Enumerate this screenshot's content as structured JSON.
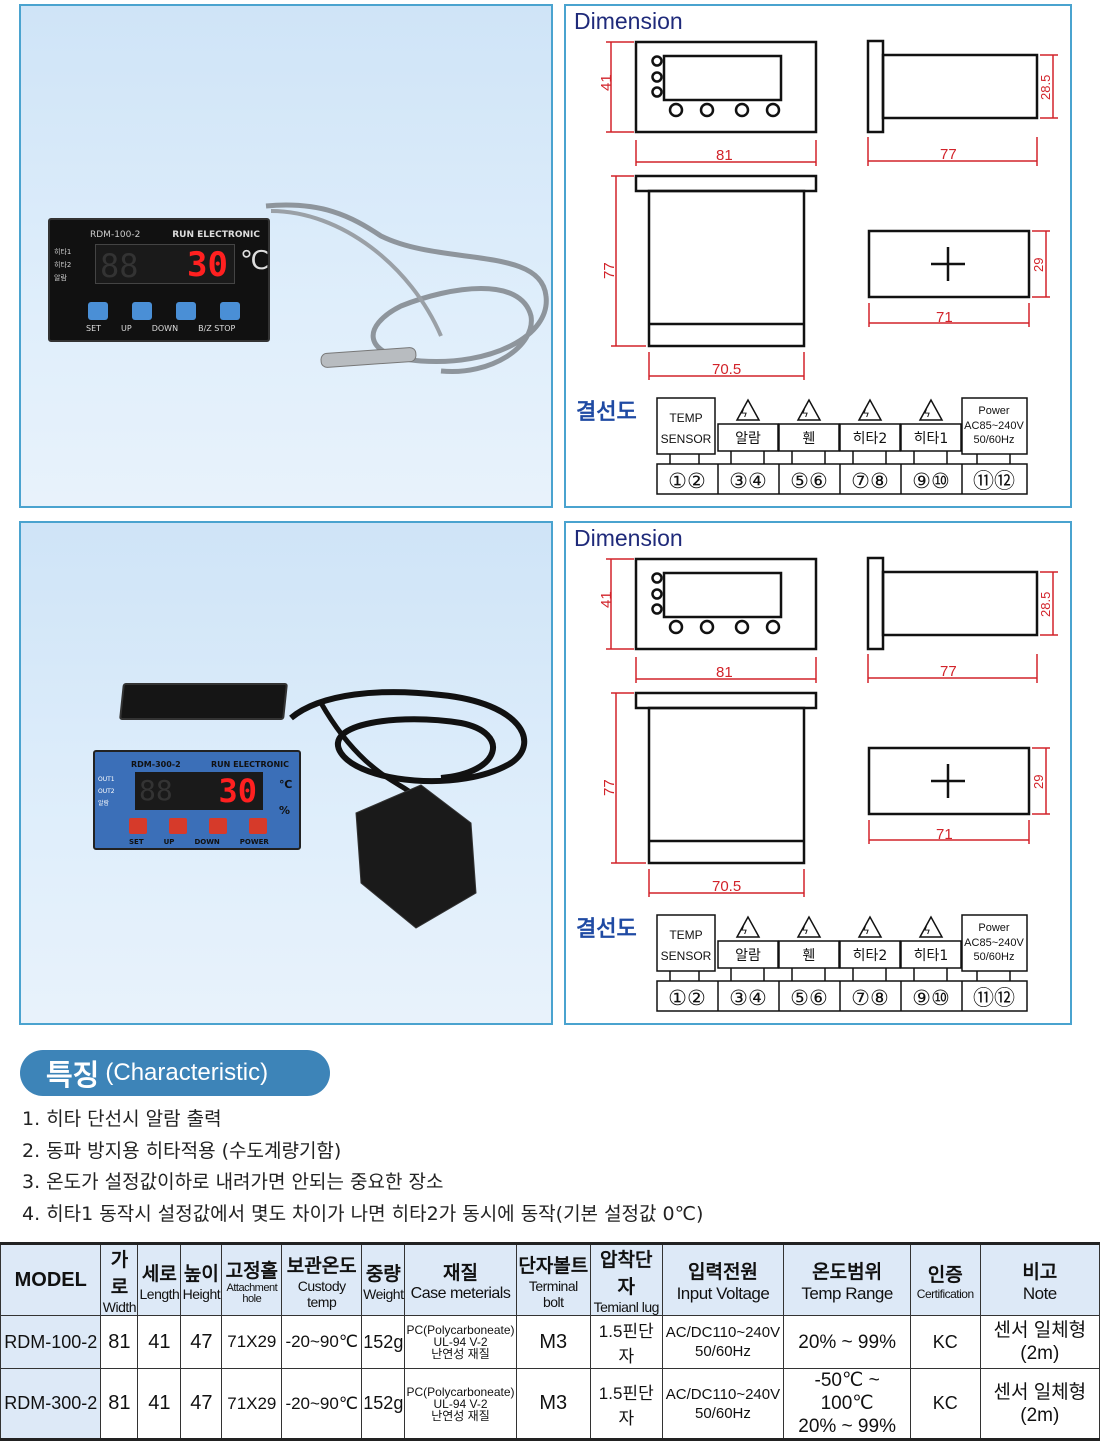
{
  "panels": [
    {
      "photo": {
        "model_label": "RDM-100-2",
        "brand": "RUN ELECTRONIC",
        "display_value": "30",
        "unit": "℃",
        "indicators": [
          "히타1",
          "히타2",
          "알람"
        ],
        "buttons": [
          "SET",
          "UP",
          "DOWN",
          "B/Z STOP"
        ]
      },
      "dimension": {
        "title": "Dimension",
        "front_width": "81",
        "front_height": "41",
        "side_depth": "77",
        "side_height": "28.5",
        "top_depth": "77",
        "top_width": "70.5",
        "cutout_width": "71",
        "cutout_height": "29"
      },
      "wiring": {
        "title": "결선도",
        "groups": [
          {
            "label": "TEMP\nSENSOR",
            "pins": [
              "①",
              "②"
            ],
            "hazard": false
          },
          {
            "label": "알람",
            "pins": [
              "③",
              "④"
            ],
            "hazard": true
          },
          {
            "label": "휀",
            "pins": [
              "⑤",
              "⑥"
            ],
            "hazard": true
          },
          {
            "label": "히타2",
            "pins": [
              "⑦",
              "⑧"
            ],
            "hazard": true
          },
          {
            "label": "히타1",
            "pins": [
              "⑨",
              "⑩"
            ],
            "hazard": true
          },
          {
            "label": "Power\nAC85~240V\n50/60Hz",
            "pins": [
              "⑪",
              "⑫"
            ],
            "hazard": false
          }
        ]
      }
    },
    {
      "photo": {
        "model_label": "RDM-300-2",
        "brand": "RUN ELECTRONIC",
        "display_value": "30",
        "units": [
          "℃",
          "%"
        ],
        "indicators": [
          "OUT1",
          "OUT2",
          "알람"
        ],
        "buttons": [
          "SET",
          "UP",
          "DOWN",
          "POWER"
        ]
      },
      "dimension": {
        "title": "Dimension",
        "front_width": "81",
        "front_height": "41",
        "side_depth": "77",
        "side_height": "28.5",
        "top_depth": "77",
        "top_width": "70.5",
        "cutout_width": "71",
        "cutout_height": "29"
      },
      "wiring": {
        "title": "결선도",
        "groups": [
          {
            "label": "TEMP\nSENSOR",
            "pins": [
              "①",
              "②"
            ],
            "hazard": false
          },
          {
            "label": "알람",
            "pins": [
              "③",
              "④"
            ],
            "hazard": true
          },
          {
            "label": "휀",
            "pins": [
              "⑤",
              "⑥"
            ],
            "hazard": true
          },
          {
            "label": "히타2",
            "pins": [
              "⑦",
              "⑧"
            ],
            "hazard": true
          },
          {
            "label": "히타1",
            "pins": [
              "⑨",
              "⑩"
            ],
            "hazard": true
          },
          {
            "label": "Power\nAC85~240V\n50/60Hz",
            "pins": [
              "⑪",
              "⑫"
            ],
            "hazard": false
          }
        ]
      }
    }
  ],
  "characteristic": {
    "title_ko": "특징",
    "title_en": "(Characteristic)",
    "items": [
      "1. 히타 단선시 알람 출력",
      "2. 동파 방지용 히타적용 (수도계량기함)",
      "3. 온도가 설정값이하로 내려가면 안되는 중요한 장소",
      "4. 히타1 동작시 설정값에서 몇도 차이가 나면 히타2가 동시에 동작(기본 설정값 0℃)"
    ]
  },
  "spec_table": {
    "headers": [
      {
        "ko": "MODEL",
        "en": ""
      },
      {
        "ko": "가로",
        "en": "Width"
      },
      {
        "ko": "세로",
        "en": "Length"
      },
      {
        "ko": "높이",
        "en": "Height"
      },
      {
        "ko": "고정홀",
        "en": "Attachment hole"
      },
      {
        "ko": "보관온도",
        "en": "Custody temp"
      },
      {
        "ko": "중량",
        "en": "Weight"
      },
      {
        "ko": "재질",
        "en": "Case meterials"
      },
      {
        "ko": "단자볼트",
        "en": "Terminal bolt"
      },
      {
        "ko": "압착단자",
        "en": "Temianl lug"
      },
      {
        "ko": "입력전원",
        "en": "Input Voltage"
      },
      {
        "ko": "온도범위",
        "en": "Temp Range"
      },
      {
        "ko": "인증",
        "en": "Certification"
      },
      {
        "ko": "비고",
        "en": "Note"
      }
    ],
    "rows": [
      {
        "model": "RDM-100-2",
        "width": "81",
        "length": "41",
        "height": "47",
        "hole": "71X29",
        "custody": "-20~90℃",
        "weight": "152g",
        "material_1": "PC(Polycarboneate)",
        "material_2": "UL-94 V-2",
        "material_3": "난연성 재질",
        "bolt": "M3",
        "lug": "1.5핀단자",
        "voltage_1": "AC/DC110~240V",
        "voltage_2": "50/60Hz",
        "range_1": "20% ~ 99%",
        "range_2": "",
        "cert": "KC",
        "note_1": "센서 일체형",
        "note_2": "(2m)"
      },
      {
        "model": "RDM-300-2",
        "width": "81",
        "length": "41",
        "height": "47",
        "hole": "71X29",
        "custody": "-20~90℃",
        "weight": "152g",
        "material_1": "PC(Polycarboneate)",
        "material_2": "UL-94 V-2",
        "material_3": "난연성 재질",
        "bolt": "M3",
        "lug": "1.5핀단자",
        "voltage_1": "AC/DC110~240V",
        "voltage_2": "50/60Hz",
        "range_1": "-50℃ ~ 100℃",
        "range_2": "20% ~ 99%",
        "cert": "KC",
        "note_1": "센서 일체형",
        "note_2": "(2m)"
      }
    ]
  },
  "colors": {
    "panel_border": "#4aa3cf",
    "photo_bg": "#cfe4f7",
    "dimension_red": "#d2232a",
    "title_blue": "#1f2a7a",
    "badge_blue": "#3d84b8",
    "table_header_bg": "#dde9f7"
  }
}
